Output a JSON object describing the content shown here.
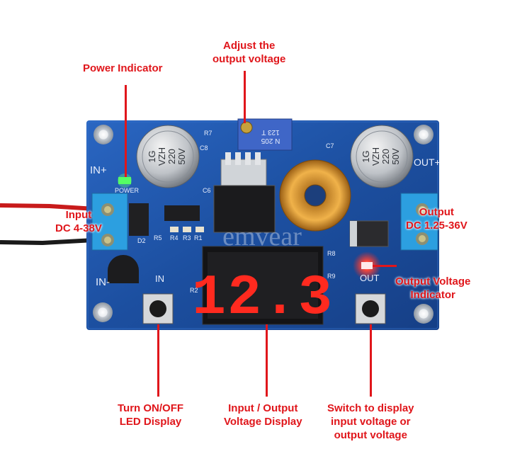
{
  "labels": {
    "adjust": [
      "Adjust the",
      "output voltage"
    ],
    "power_indicator": [
      "Power Indicator"
    ],
    "input": [
      "Input",
      "DC 4-38V"
    ],
    "output": [
      "Output",
      "DC 1.25-36V"
    ],
    "output_indicator": [
      "Output Voltage",
      "Indicator"
    ],
    "turn_onoff": [
      "Turn ON/OFF",
      "LED Display"
    ],
    "io_display": [
      "Input / Output",
      "Voltage Display"
    ],
    "switch_display": [
      "Switch to display",
      "input voltage or",
      "output voltage"
    ]
  },
  "board": {
    "silk_in_plus": "IN+",
    "silk_in_minus": "IN-",
    "silk_out_plus": "OUT+",
    "silk_power": "POWER",
    "silk_in": "IN",
    "silk_out": "OUT",
    "cap_left": [
      "1G",
      "VZH",
      "220",
      "50V"
    ],
    "cap_right": [
      "1G",
      "VZH",
      "220",
      "50V"
    ],
    "pot_text": [
      "N 205",
      "123 T"
    ],
    "display_digits": "12.3",
    "watermark": "emvear",
    "silk_r5": "R5",
    "silk_r4": "R4",
    "silk_r3": "R3",
    "silk_r1": "R1",
    "silk_r8": "R8",
    "silk_r9": "R9",
    "silk_r7": "R7",
    "silk_c8": "C8",
    "silk_c6": "C6",
    "silk_c7": "C7",
    "silk_d2": "D2",
    "silk_r2": "R2"
  },
  "colors": {
    "label_red": "#e0161b",
    "pcb_blue": "#1c4fa0",
    "led_red": "#ff2a1f",
    "led_green": "#4cff5a"
  }
}
